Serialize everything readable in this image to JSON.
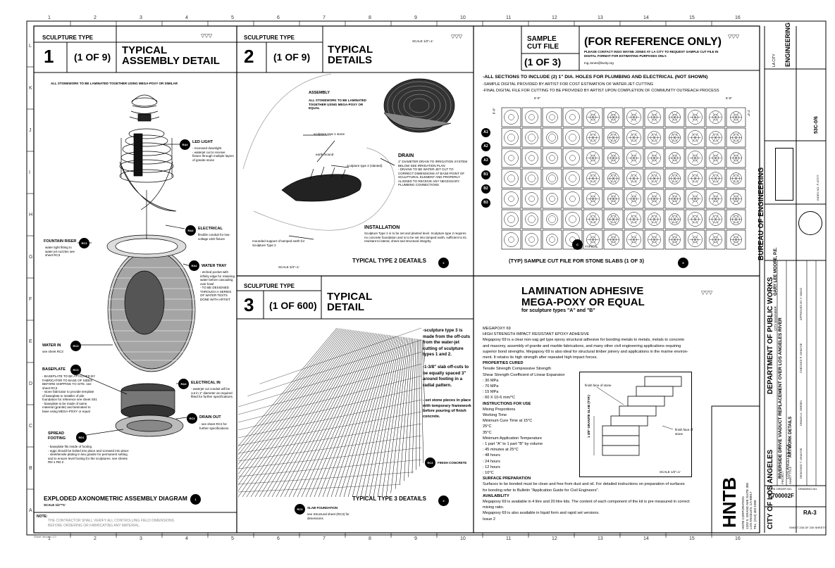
{
  "ruler": {
    "cols": [
      "1",
      "2",
      "3",
      "4",
      "5",
      "6",
      "7",
      "8",
      "9",
      "10",
      "11",
      "12",
      "13",
      "14",
      "15",
      "16"
    ],
    "rows": [
      "L",
      "K",
      "J",
      "I",
      "H",
      "G",
      "F",
      "E",
      "D",
      "C",
      "B",
      "A"
    ]
  },
  "panel1": {
    "type_label": "SCULPTURE TYPE",
    "num": "1",
    "of": "(1 OF 9)",
    "title1": "TYPICAL",
    "title2": "ASSEMBLY DETAIL",
    "note_top": "ALL STONEWORK TO BE LAMINATED TOGETHER USING MEGA-POXY OR SIMILAR",
    "led_head": "LED LIGHT",
    "led_body": "- recessed downlight\n- waterjet cut to receive fixture through multiple layers of granite stone",
    "elec_head": "ELECTRICAL",
    "elec_body": "flexible conduit for low-voltage LED fixture",
    "fountain_head": "FOUNTAIN RISER",
    "fountain_body": "water tight fitting to water jet nozzles see sheet RC3",
    "tray_head": "WATER TRAY",
    "tray_body": "- etched pocket with infinity edge for retaining water before cascading over bowl\n- TO BE DESIGNED THROUGH A SERIES OF WATER TESTS DONE WITH ARTIST",
    "waterin_head": "WATER IN",
    "waterin_body": "see sheet RC3",
    "base_head": "BASEPLATE",
    "base_body": "- BASEPLATE TO BE ATTACHED BY FABRICATOR TO BASE OF SIDES BEFORE SHIPPING TO SITE. see sheet RC3\n- stone fabricator to provide template of baseplate to installer of pile foundation for reference see sheet S01\n- baseplate to be made of same material (granite) and laminated to base using MEGA-POXY or equal",
    "elecin_head": "ELECTRICAL IN",
    "elecin_body": "- waterjet cut conduit will be cut in 1\" diameter as required fitted for further specifications.",
    "drain_head": "DRAIN OUT",
    "drain_body": "- see sheet RC3 for further specifications.",
    "spread_head": "SPREAD FOOTING",
    "spread_body": "- baseplate fits inside of footing\n- eggs should be bolted into place and screwed into place\n- steel/tensile plating in lieu granite for permanent setting and to ensure level footing for the sculptures. see sheets RD-1 RD-2",
    "caption": "EXPLODED AXONOMETRIC ASSEMBLY DIAGRAM",
    "scale": "SCALE 1/2\"=1'",
    "bubble": "RA3",
    "bubble_num": "1"
  },
  "panel2": {
    "type_label": "SCULPTURE TYPE",
    "num": "2",
    "of": "(1 OF 9)",
    "title1": "TYPICAL",
    "title2": "DETAILS",
    "scale_top": "SCALE 1/2\"=1'",
    "assembly_head": "ASSEMBLY",
    "assembly_body": "ALL STONEWORK TO BE LAMINATED TOGETHER USING MEGA-POXY OR EQUAL",
    "type1_lbl": "sculpture type 1 stone",
    "earth_lbl": "earth mound",
    "type2_lbl": "sculpture type 2 (slanted)",
    "drain_head": "DRAIN",
    "drain_body": "1\" DIAMETER DRAIN TO IRRIGATION SYSTEM BELOW SEE IRRIGATION PLAN\n- DRAINS TO BE WATER-JET CUT TO CORRECT DIMENSIONS AT BASE-POINT OF SCULPTURAL ELEMENT AND PROPERLY ALIGNED TO RECEIVE ANY NECESSARY PLUMBING CONNECTIONS",
    "install_head": "INSTALLATION",
    "install_body": "Sculpture Type 2 is to be set and planted level. Sculpture type 2 requires no concrete foundation and is to be set into tamped earth, sufficient to its resistant to lateral, sheet and structural integrity.",
    "mound_lbl": "mounded support of tamped earth for Sculpture Type 2",
    "caption": "TYPICAL TYPE 2 DEATAILS",
    "scale": "SCALE 3/4\"=1'",
    "bubble": "RA3",
    "bubble_num": "2"
  },
  "panel3": {
    "type_label": "SCULPTURE TYPE",
    "num": "3",
    "of": "(1 OF 600)",
    "title1": "TYPICAL",
    "title2": "DETAIL",
    "note1": "-sculpture type 3 is made from the off-cuts from the water-jet cutting of sculpture types 1 and 2.",
    "note2": "-1-3/8\" slab off-cuts to be equally spaced 3\" around footing in a radial pattern.",
    "note3": "- set stone pieces in place with temporary framework before pouring of finish concrete.",
    "finish_lbl": "FINISH CONCRETE",
    "slab_head": "SLAB FOUNDATION",
    "slab_body": "see Structural sheet (RC3) for dimensions",
    "caption": "TYPICAL TYPE 3 DEATAILS",
    "bubble": "RA3",
    "bubble_num": "3"
  },
  "panel4": {
    "label1": "SAMPLE",
    "label2": "CUT FILE",
    "of": "(1 OF 3)",
    "title": "(FOR REFERENCE ONLY)",
    "contact": "PLEASE CONTACT INGO WAYNE JONES AT LA CITY TO REQUEST SAMPLE CUT FILE IN DIGITAL FORMAT FOR ESTIMATING PURPOSES ONLY.",
    "email": "Ing.Jones@lacity.org",
    "note1": "-ALL SECTIONS TO INCLUDE (2) 1\" DIA. HOLES FOR PLUMBING AND ELECTRICAL (NOT SHOWN)",
    "note2": "-SAMPLE DIGITAL  PROVIDED BY ARTIST FOR COST ESTIMATION OF WATER-JET CUTTING",
    "note3": "-FINAL DIGITAL FILE FOR CUTTING TO BE PROVIDED BY ARTIST UPON COMPLETION OF COMMUNITY OUTREACH PROCESS",
    "dim1": "6'-0\"",
    "dim2": "6'-6\"",
    "dim3": "6'-0\"",
    "dim4": "2'-3\"",
    "tags": [
      "A1",
      "A2",
      "A3",
      "B1",
      "B2",
      "B3"
    ],
    "c_tag": "C",
    "typical": "TYPICAL",
    "caption": "(TYP) SAMPLE CUT FILE FOR STONE SLABS (1 OF 3)",
    "bubble": "RA3",
    "bubble_num": "5"
  },
  "panel5": {
    "title1": "LAMINATION ADHESIVE",
    "title2": "MEGA-POXY OR EQUAL",
    "subtitle": "for sculpture types \"A\" and \"B\"",
    "body": [
      {
        "t": "MEGAPOXY 69",
        "b": false
      },
      {
        "t": "HIGH STRENGTH IMPACT RESISTANT EPOXY ADHESIVE",
        "b": false
      },
      {
        "t": "Megapoxy 69 is a clear non-sag gel type epoxy structural adhesive for bonding metals to metals, metals to concrete",
        "b": false
      },
      {
        "t": "and masonry, assembly of granite and marble fabrications, and many other civil engineering applications requiring",
        "b": false
      },
      {
        "t": "superior bond strengths.  Megapoxy 69 is also ideal for structural timber joinery and applications in the marine environ-",
        "b": false
      },
      {
        "t": "ment. It retains its high strength after repeated high impact forces.",
        "b": false
      },
      {
        "t": "PROPERTIES CURED",
        "b": true
      },
      {
        "t": "Tensile Strength Compressive Strength",
        "b": false
      },
      {
        "t": "Shear Strength Coefficient of Linear Expansion",
        "b": false
      },
      {
        "t": ": 30 MPa",
        "b": false
      },
      {
        "t": ": 70 MPa",
        "b": false
      },
      {
        "t": ": 15 MPa",
        "b": false
      },
      {
        "t": ": 60 X 10-6 mm/°C",
        "b": false
      },
      {
        "t": "INSTRUCTIONS FOR USE",
        "b": true
      },
      {
        "t": "Mixing Proportions",
        "b": false
      },
      {
        "t": "Working Time",
        "b": false
      },
      {
        "t": "Minimum Cure Time at 15°C",
        "b": false
      },
      {
        "t": "25°C",
        "b": false
      },
      {
        "t": "35°C",
        "b": false
      },
      {
        "t": "Minimum Application Temperature",
        "b": false
      },
      {
        "t": ": 1 part \"A\" to 1 part \"B\" by volume",
        "b": false
      },
      {
        "t": ": 45 minutes at 25°C",
        "b": false
      },
      {
        "t": ": 48 hours",
        "b": false
      },
      {
        "t": ": 24 hours",
        "b": false
      },
      {
        "t": ": 12 hours",
        "b": false
      },
      {
        "t": ": 10°C",
        "b": false
      },
      {
        "t": "SURFACE PREPARATION",
        "b": true
      },
      {
        "t": "Surfaces to be bonded must be clean and free from dust and oil. For detailed instructions on preparation of surfaces",
        "b": false
      },
      {
        "t": "for bonding refer to Bulletin \"Application Guide for Civil Engineers\".",
        "b": false
      },
      {
        "t": "AVAILABILITY",
        "b": true
      },
      {
        "t": "Megapoxy 69 is available in 4 litre and 20 litre kits. The content of each component of the kit is pre measured in correct",
        "b": false
      },
      {
        "t": "mixing ratio.",
        "b": false
      },
      {
        "t": "Megapoxy 69 is also available in liquid form and rapid set versions.",
        "b": false
      },
      {
        "t": "Issue 2",
        "b": false
      }
    ],
    "finish_top": "finish face of stone",
    "finish_bot": "finish face of stone",
    "dim": "1 3/8\" GRANITE SLAB (TYP.)",
    "scale": "SCALE 1/2\"=1'"
  },
  "titleblock": {
    "dept": "DEPARTMENT OF PUBLIC WORKS",
    "bureau": "BUREAU OF ENGINEERING",
    "city": "CITY OF LOS ANGELES",
    "engineer": "GARY LEE MOORE, P.E.",
    "city_engineer": "CITY ENGINEER",
    "project_lbl": "PROJECT",
    "project": "RIVERSIDE DRIVE VIADUCT REPLACEMENT OVER LOS ANGELES RIVER",
    "location": "LOS ANGELES, CA",
    "sheet_title": "ARTWORK DETAILS",
    "sheet_title_lbl": "SHEET TITLE",
    "work_order_lbl": "WORK ORDER NO.",
    "work_order": "E700002F",
    "drawing_lbl": "DRAWING NO.",
    "drawing": "RA-3",
    "sheet_info": "SHEET 205 OF 239 SHEETS",
    "firm": "HNTB",
    "firm_addr": "HNTB CORPORATION\n1333 S. GRAND AVE SUITE 300\nLOS ANGELES, CA 90017\nTEL: (213) 403-1000",
    "stamp_lbl": "INDEX NO. P-37277",
    "sub_lbl": "53C-0/6",
    "eng_logo": "ENGINEERING",
    "la_logo": "LA CITY",
    "roles": [
      "DESIGNED",
      "DRAWN",
      "CHECKED",
      "APPROVED BY"
    ],
    "names": [
      "T. WHAYNE",
      "K. OBRIEN",
      "P. WHAYNE",
      "Y. WANG"
    ]
  },
  "footer": {
    "note_lbl": "NOTE:",
    "note": "THE CONTRACTOR SHALL VERIFY ALL CONTROLLING FIELD DIMENSIONS",
    "note2": "BEFORE ORDERING OR FABRICATING ANY MATERIAL.",
    "file": "Sheet Version 1.0"
  },
  "colors": {
    "ink": "#000000",
    "paper": "#ffffff",
    "gray": "#8a8a8a"
  }
}
